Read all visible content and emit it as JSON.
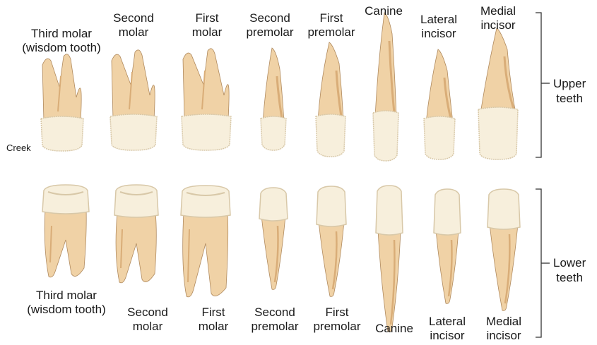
{
  "upper": {
    "labels": [
      [
        "Third molar",
        "(wisdom tooth)"
      ],
      [
        "Second",
        "molar"
      ],
      [
        "First",
        "molar"
      ],
      [
        "Second",
        "premolar"
      ],
      [
        "First",
        "premolar"
      ],
      [
        "Canine"
      ],
      [
        "Lateral",
        "incisor"
      ],
      [
        "Medial",
        "incisor"
      ]
    ],
    "group_label": [
      "Upper",
      "teeth"
    ]
  },
  "lower": {
    "labels": [
      [
        "Third molar",
        "(wisdom tooth)"
      ],
      [
        "Second",
        "molar"
      ],
      [
        "First",
        "molar"
      ],
      [
        "Second",
        "premolar"
      ],
      [
        "First",
        "premolar"
      ],
      [
        "Canine"
      ],
      [
        "Lateral",
        "incisor"
      ],
      [
        "Medial",
        "incisor"
      ]
    ],
    "group_label": [
      "Lower",
      "teeth"
    ]
  },
  "annotation": {
    "creek": "Creek"
  },
  "colors": {
    "root": "#f0d2a6",
    "root_shade": "#d9ad78",
    "crown": "#f7efdc",
    "crown_shade": "#d8c8a8",
    "outline": "#b08a5e",
    "bracket": "#333333"
  }
}
